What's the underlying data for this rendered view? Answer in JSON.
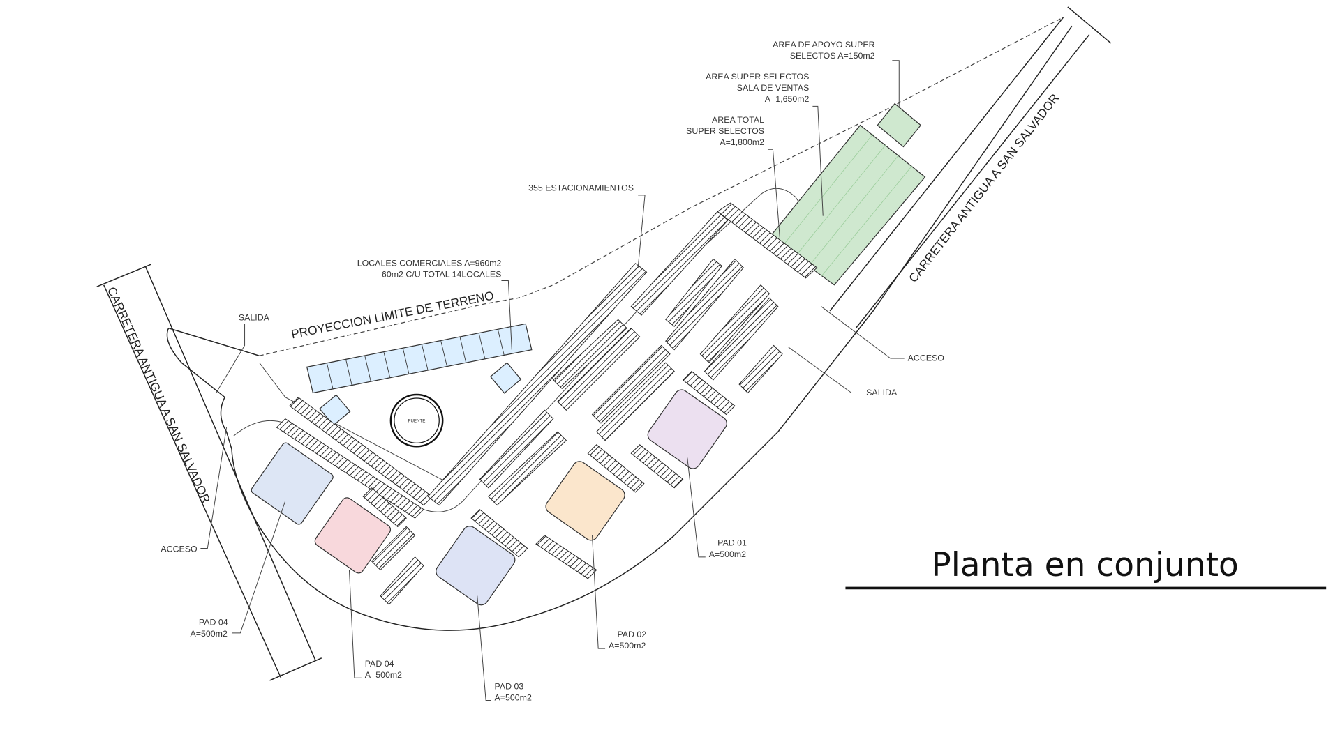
{
  "title": "Planta en conjunto",
  "roads": {
    "left": "CARRETERA ANTIGUA A SAN SALVADOR",
    "right": "CARRETERA ANTIGUA A SAN SALVADOR"
  },
  "boundary_label": "PROYECCION LIMITE DE TERRENO",
  "fountain_label": "FUENTE",
  "labels": {
    "apoyo": [
      "AREA DE APOYO SUPER",
      "SELECTOS A=150m2"
    ],
    "sala_ventas": [
      "AREA SUPER SELECTOS",
      "SALA DE VENTAS",
      "A=1,650m2"
    ],
    "area_total": [
      "AREA TOTAL",
      "SUPER SELECTOS",
      "A=1,800m2"
    ],
    "estacionamientos": "355 ESTACIONAMIENTOS",
    "locales": [
      "LOCALES COMERCIALES A=960m2",
      "60m2 C/U TOTAL 14LOCALES"
    ],
    "salida_left": "SALIDA",
    "acceso_left": "ACCESO",
    "acceso_right": "ACCESO",
    "salida_right": "SALIDA",
    "pad01": [
      "PAD 01",
      "A=500m2"
    ],
    "pad02": [
      "PAD 02",
      "A=500m2"
    ],
    "pad03": [
      "PAD 03",
      "A=500m2"
    ],
    "pad04a": [
      "PAD 04",
      "A=500m2"
    ],
    "pad04b": [
      "PAD 04",
      "A=500m2"
    ]
  },
  "colors": {
    "supermarket": "#cfe8cf",
    "pad01": "#ece0f0",
    "pad02": "#fbe6cc",
    "pad03": "#dde3f5",
    "pad04a": "#f8d8dc",
    "pad04b": "#dde6f5",
    "locales": "#dcefff"
  }
}
